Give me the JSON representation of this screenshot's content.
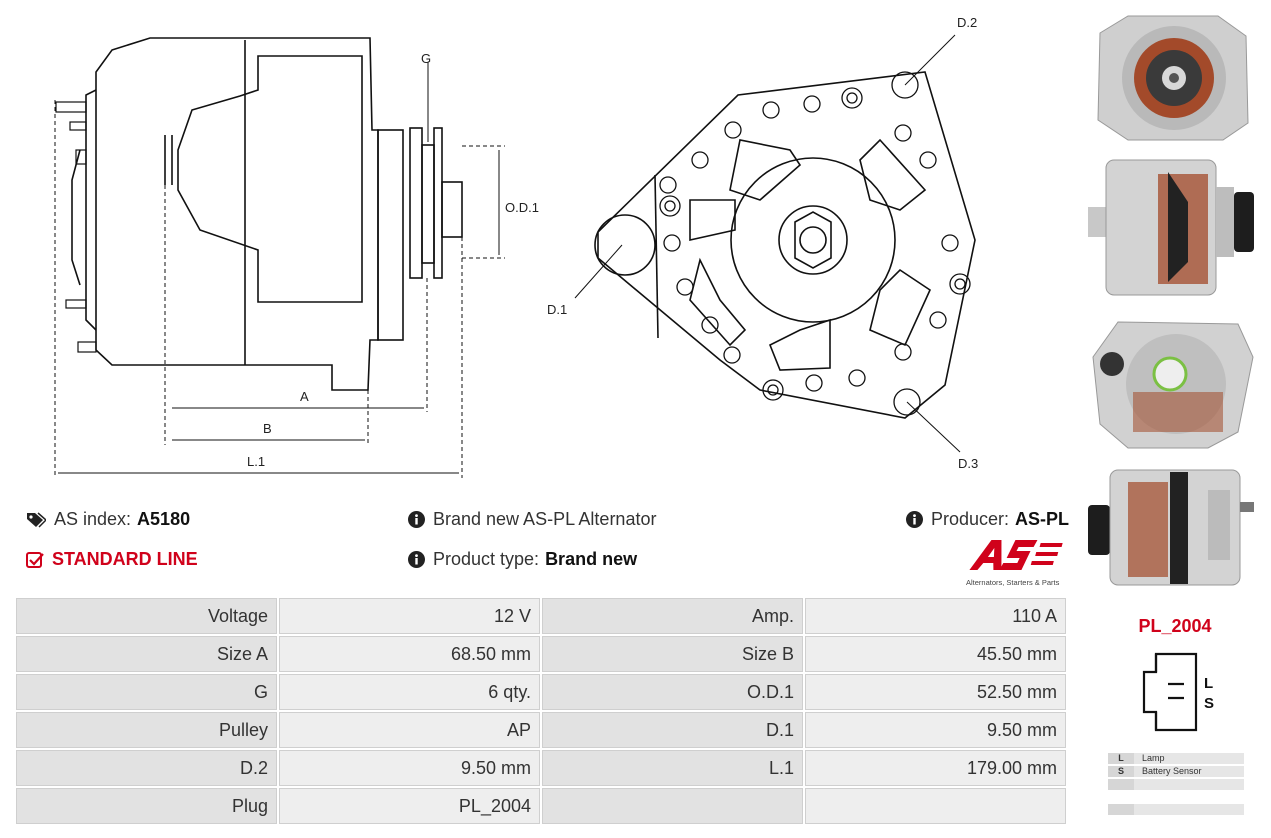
{
  "drawing": {
    "labels": {
      "g": "G",
      "od1": "O.D.1",
      "a": "A",
      "b": "B",
      "l1": "L.1",
      "d1": "D.1",
      "d2": "D.2",
      "d3": "D.3"
    }
  },
  "info": {
    "as_index_label": "AS index:",
    "as_index_value": "A5180",
    "standard_line": "STANDARD LINE",
    "description": "Brand new AS-PL Alternator",
    "product_type_label": "Product type:",
    "product_type_value": "Brand new",
    "producer_label": "Producer:",
    "producer_value": "AS-PL",
    "logo_tagline": "Alternators, Starters & Parts"
  },
  "specs": [
    [
      "Voltage",
      "12 V",
      "Amp.",
      "110 A"
    ],
    [
      "Size A",
      "68.50 mm",
      "Size B",
      "45.50 mm"
    ],
    [
      "G",
      "6 qty.",
      "O.D.1",
      "52.50 mm"
    ],
    [
      "Pulley",
      "AP",
      "D.1",
      "9.50 mm"
    ],
    [
      "D.2",
      "9.50 mm",
      "L.1",
      "179.00 mm"
    ],
    [
      "Plug",
      "PL_2004",
      "",
      ""
    ]
  ],
  "plug": {
    "name": "PL_2004",
    "pin_l": "L",
    "pin_s": "S",
    "legend": [
      {
        "code": "L",
        "desc": "Lamp"
      },
      {
        "code": "S",
        "desc": "Battery Sensor"
      }
    ]
  },
  "colors": {
    "accent_red": "#d0021b",
    "cell_bg": "#eeeeee",
    "line": "#111111"
  },
  "icons": [
    "tags-icon",
    "check-square-icon",
    "info-circle-icon"
  ]
}
